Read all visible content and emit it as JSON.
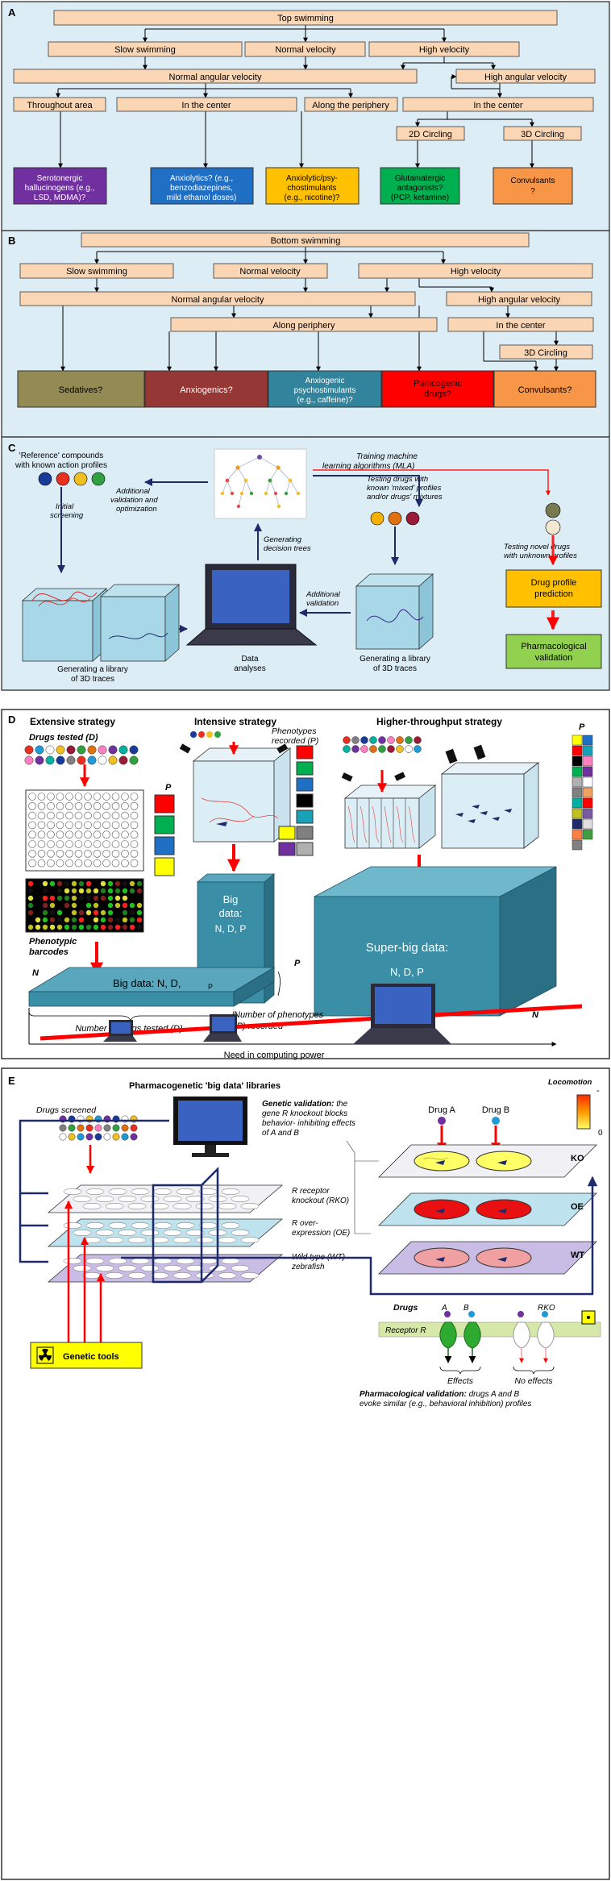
{
  "panelA": {
    "letter": "A",
    "top": "Top swimming",
    "slow": "Slow swimming",
    "normal": "Normal velocity",
    "high": "High velocity",
    "norm_ang": "Normal angular velocity",
    "high_ang": "High angular velocity",
    "throughout": "Throughout area",
    "center": "In the center",
    "periphery": "Along the periphery",
    "center2": "In the center",
    "circ2d": "2D Circling",
    "circ3d": "3D Circling",
    "out": [
      {
        "l1": "Serotonergic",
        "l2": "hallucinogens (e.g.,",
        "l3": "LSD, MDMA)?",
        "color": "#7030a0",
        "text_color": "#ffffff"
      },
      {
        "l1": "Anxiolytics? (e.g.,",
        "l2": "benzodiazepines,",
        "l3": "mild ethanol doses)",
        "color": "#1f6fc5",
        "text_color": "#ffffff"
      },
      {
        "l1": "Anxiolytic/psy-",
        "l2": "chostimulants",
        "l3": "(e.g., nicotine)?",
        "color": "#ffc000",
        "text_color": "#000000"
      },
      {
        "l1": "Glutamatergic",
        "l2": "antagonists?",
        "l3": "(PCP, ketamine)",
        "color": "#00b050",
        "text_color": "#000000"
      },
      {
        "l1": "Convulsants",
        "l2": "?",
        "l3": "",
        "color": "#f79646",
        "text_color": "#000000"
      }
    ]
  },
  "panelB": {
    "letter": "B",
    "top": "Bottom swimming",
    "slow": "Slow swimming",
    "normal": "Normal velocity",
    "high": "High velocity",
    "norm_ang": "Normal angular velocity",
    "high_ang": "High angular velocity",
    "periphery": "Along periphery",
    "center": "In the center",
    "circ3d": "3D Circling",
    "out": [
      {
        "l1": "Sedatives?",
        "l2": "",
        "l3": "",
        "color": "#948a54",
        "text_color": "#000000"
      },
      {
        "l1": "Anxiogenics?",
        "l2": "",
        "l3": "",
        "color": "#953735",
        "text_color": "#ffffff"
      },
      {
        "l1": "Anxiogenic",
        "l2": "psychostimulants",
        "l3": "(e.g., caffeine)?",
        "color": "#31849b",
        "text_color": "#ffffff"
      },
      {
        "l1": "Panicogenic",
        "l2": "drugs?",
        "l3": "",
        "color": "#ff0000",
        "text_color": "#000000"
      },
      {
        "l1": "Convulsants?",
        "l2": "",
        "l3": "",
        "color": "#f79646",
        "text_color": "#000000"
      }
    ]
  },
  "panelC": {
    "letter": "C",
    "ref1": "'Reference' compounds",
    "ref2": "with known action profiles",
    "tml1": "Training machine",
    "tml2": "learning algorithms (MLA)",
    "addval1": "Additional",
    "addval2": "validation and",
    "addval3": "optimization",
    "testmix1": "Testing drugs with",
    "testmix2": "known 'mixed' profiles",
    "testmix3": "and/or drugs' mixtures",
    "init1": "Initial",
    "init2": "screening",
    "gendt1": "Generating",
    "gendt2": "decision trees",
    "testnovel1": "Testing novel drugs",
    "testnovel2": "with unknown profiles",
    "addvalid1": "Additional",
    "addvalid2": "validation",
    "lib1a": "Generating a library",
    "lib1b": "of 3D traces",
    "data1": "Data",
    "data2": "analyses",
    "lib2a": "Generating a library",
    "lib2b": "of 3D traces",
    "pred1": "Drug profile",
    "pred2": "prediction",
    "pharm": "Pharmacological",
    "pharm2": "validation"
  },
  "panelD": {
    "letter": "D",
    "extensive": "Extensive strategy",
    "intensive": "Intensive strategy",
    "highthru": "Higher-throughput strategy",
    "drugs_tested": "Drugs tested (D)",
    "phen_rec1": "Phenotypes",
    "phen_rec2": "recorded (P)",
    "p_label": "P",
    "p_label2": "P",
    "barcodes1": "Phenotypic",
    "barcodes2": "barcodes",
    "big1": "Big",
    "big2": "data:",
    "big3": "N, D, P",
    "super1": "Super-big data:",
    "super2": "N, D, P",
    "d_label": "D",
    "n_label": "N",
    "n_label2": "N",
    "p_label3": "P",
    "flat_main": "Big data: N, D,",
    "flat_sub": "P",
    "num_drugs": "Number of drugs tested (D)",
    "num_phen1": "Number of phenotypes",
    "num_phen2": "(P) recorded",
    "need": "Need in computing power"
  },
  "panelE": {
    "letter": "E",
    "title": "Pharmacogenetic 'big data' libraries",
    "drugs_screened": "Drugs screened",
    "gv1": "Genetic validation:",
    "gv1b": " the",
    "gv2": "gene R knockout blocks",
    "gv3": "behavior- inhibiting effects",
    "gv4": "of A and B",
    "drugA": "Drug A",
    "drugB": "Drug B",
    "locomotion": "Locomotion",
    "loc_max": "-",
    "loc_min": "0",
    "ko": "KO",
    "oe": "OE",
    "wt": "WT",
    "rko1": "R receptor",
    "rko2": "knockout (RKO)",
    "oe1": "R over-",
    "oe2": "expression (OE)",
    "wt1": "Wild type (WT)",
    "wt2": "zebrafish",
    "drugs": "Drugs",
    "a": "A",
    "b": "B",
    "rko": "RKO",
    "receptor": "Receptor R",
    "effects": "Effects",
    "noeffects": "No effects",
    "pv1": "Pharmacological validation:",
    "pv1b": " drugs A and B",
    "pv2": "evoke similar (e.g., behavioral inhibition) profiles",
    "tools": "Genetic tools"
  }
}
